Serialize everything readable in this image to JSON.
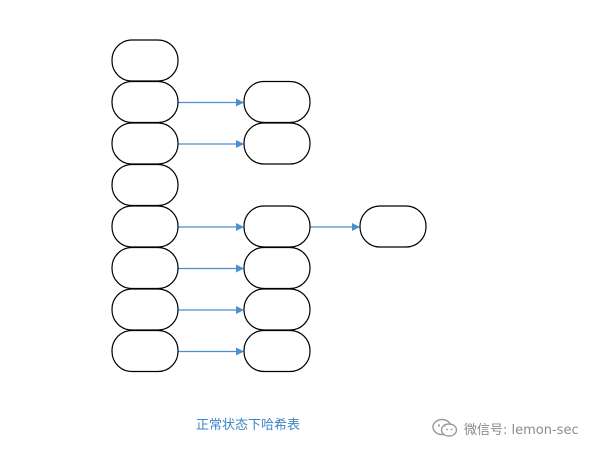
{
  "diagram": {
    "caption": "正常状态下哈希表",
    "bucket_count": 8,
    "chains": [
      {
        "bucket": 0,
        "nodes": 0
      },
      {
        "bucket": 1,
        "nodes": 1
      },
      {
        "bucket": 2,
        "nodes": 1
      },
      {
        "bucket": 3,
        "nodes": 0
      },
      {
        "bucket": 4,
        "nodes": 2
      },
      {
        "bucket": 5,
        "nodes": 1
      },
      {
        "bucket": 6,
        "nodes": 1
      },
      {
        "bucket": 7,
        "nodes": 1
      }
    ],
    "colors": {
      "node_stroke": "#000000",
      "arrow": "#4a8fd0",
      "caption": "#3d86c6"
    }
  },
  "watermark": {
    "icon": "wechat-icon",
    "text": "微信号: lemon-sec"
  }
}
